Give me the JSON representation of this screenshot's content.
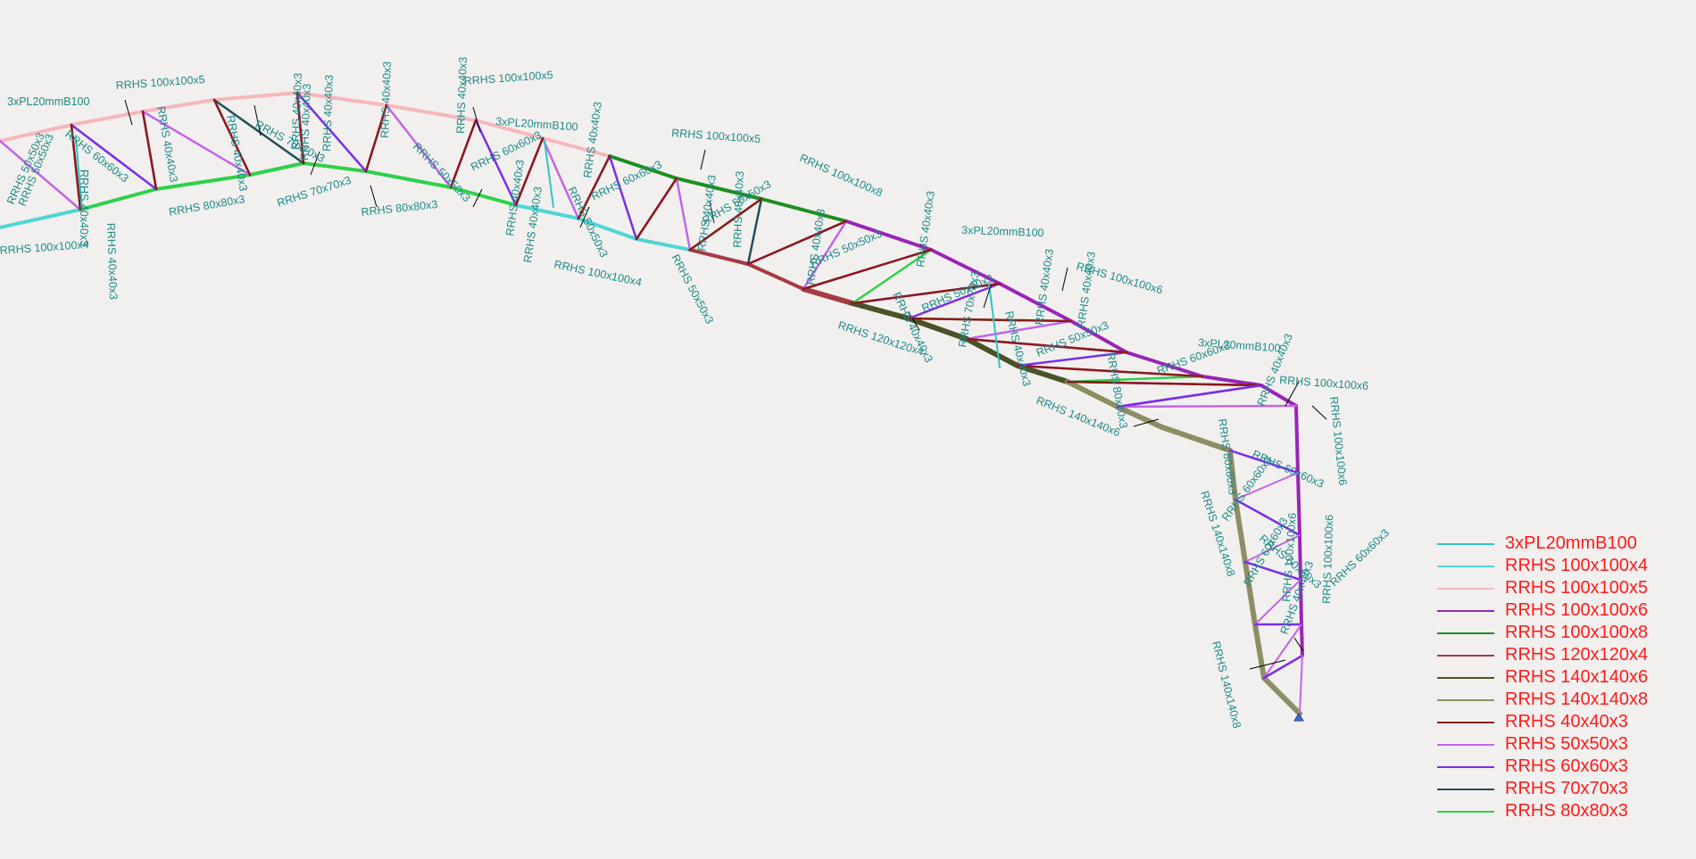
{
  "colors": {
    "background": "#f2f0ee",
    "label": "#1b8a8a",
    "legend_text": "#ff1a1a",
    "leader": "#000000",
    "support": "#3a6fd8"
  },
  "legend": [
    {
      "name": "3xPL20mmB100",
      "color": "#30c4c4"
    },
    {
      "name": "RRHS 100x100x4",
      "color": "#4fd6d6"
    },
    {
      "name": "RRHS 100x100x5",
      "color": "#f6b7bd"
    },
    {
      "name": "RRHS 100x100x6",
      "color": "#9a23b8"
    },
    {
      "name": "RRHS 100x100x8",
      "color": "#1c8f21"
    },
    {
      "name": "RRHS 120x120x4",
      "color": "#a63a45"
    },
    {
      "name": "RRHS 140x140x6",
      "color": "#4a5228"
    },
    {
      "name": "RRHS 140x140x8",
      "color": "#8e8e64"
    },
    {
      "name": "RRHS 40x40x3",
      "color": "#8b1a1a"
    },
    {
      "name": "RRHS 50x50x3",
      "color": "#c365e8"
    },
    {
      "name": "RRHS 60x60x3",
      "color": "#7a2ee8"
    },
    {
      "name": "RRHS 70x70x3",
      "color": "#1f4f59"
    },
    {
      "name": "RRHS 80x80x3",
      "color": "#2fd04a"
    }
  ],
  "member_labels": [
    {
      "text": "3xPL20mmB100"
    },
    {
      "text": "RRHS 100x100x5"
    },
    {
      "text": "RRHS 60x60x3"
    },
    {
      "text": "RRHS 50x50x3"
    },
    {
      "text": "RRHS 40x40x3"
    },
    {
      "text": "RRHS 40x40x3"
    },
    {
      "text": "RRHS 40x40x3"
    },
    {
      "text": "RRHS 40x40x3"
    },
    {
      "text": "RRHS 40x40x3"
    },
    {
      "text": "RRHS 70x70x3"
    },
    {
      "text": "RRHS 80x80x3"
    },
    {
      "text": "RRHS 70x70x3"
    },
    {
      "text": "RRHS 40x40x3"
    },
    {
      "text": "RRHS 40x40x3"
    },
    {
      "text": "RRHS 40x40x3"
    },
    {
      "text": "RRHS 100x100x5"
    },
    {
      "text": "RRHS 80x80x3"
    },
    {
      "text": "RRHS 50x50x3"
    },
    {
      "text": "RRHS 40x40x3"
    },
    {
      "text": "3xPL20mmB100"
    },
    {
      "text": "RRHS 60x60x3"
    },
    {
      "text": "RRHS 40x40x3"
    },
    {
      "text": "RRHS 40x40x3"
    },
    {
      "text": "RRHS 50x50x3"
    },
    {
      "text": "RRHS 40x40x3"
    },
    {
      "text": "RRHS 100x100x4"
    },
    {
      "text": "RRHS 60x60x3"
    },
    {
      "text": "RRHS 50x50x3"
    },
    {
      "text": "RRHS 40x40x3"
    },
    {
      "text": "RRHS 100x100x5"
    },
    {
      "text": "RRHS 50x50x3"
    },
    {
      "text": "RRHS 40x40x3"
    },
    {
      "text": "RRHS 100x100x8"
    },
    {
      "text": "RRHS 40x40x3"
    },
    {
      "text": "RRHS 50x50x3"
    },
    {
      "text": "RRHS 40x40x3"
    },
    {
      "text": "RRHS 40x40x3"
    },
    {
      "text": "3xPL20mmB100"
    },
    {
      "text": "RRHS 50x50x3"
    },
    {
      "text": "RRHS 120x120x4"
    },
    {
      "text": "RRHS 70x70x3"
    },
    {
      "text": "RRHS 40x40x3"
    },
    {
      "text": "RRHS 40x40x3"
    },
    {
      "text": "RRHS 100x100x6"
    },
    {
      "text": "RRHS 50x50x3"
    },
    {
      "text": "RRHS 40x40x3"
    },
    {
      "text": "RRHS 80x80x3"
    },
    {
      "text": "RRHS 140x140x6"
    },
    {
      "text": "RRHS 60x60x3"
    },
    {
      "text": "3xPL20mmB100"
    },
    {
      "text": "RRHS 100x100x6"
    },
    {
      "text": "RRHS 80x80x3"
    },
    {
      "text": "RRHS 40x40x3"
    },
    {
      "text": "RRHS 100x100x6"
    },
    {
      "text": "RRHS 140x140x8"
    },
    {
      "text": "RRHS 60x60x3"
    },
    {
      "text": "RRHS 60x60x3"
    },
    {
      "text": "RRHS 60x60x3"
    },
    {
      "text": "RRHS 60x60x3"
    },
    {
      "text": "RRHS 100x100x6"
    },
    {
      "text": "RRHS 60x60x3"
    },
    {
      "text": "RRHS 140x140x8"
    },
    {
      "text": "RRHS 100x100x6"
    },
    {
      "text": "RRHS 40x40x3"
    },
    {
      "text": "RRHS 100x100x4"
    },
    {
      "text": "RRHS 50x50x3"
    }
  ]
}
